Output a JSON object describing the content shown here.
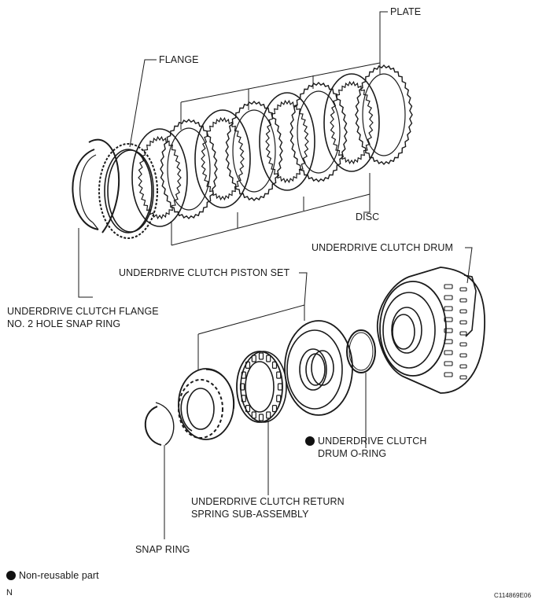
{
  "labels": {
    "plate": "PLATE",
    "flange": "FLANGE",
    "disc": "DISC",
    "drum": "UNDERDRIVE CLUTCH DRUM",
    "piston_set": "UNDERDRIVE CLUTCH PISTON SET",
    "flange_snap_ring_line1": "UNDERDRIVE CLUTCH FLANGE",
    "flange_snap_ring_line2": "NO. 2 HOLE SNAP RING",
    "o_ring_line1": "UNDERDRIVE CLUTCH",
    "o_ring_line2": "DRUM O-RING",
    "return_spring_line1": "UNDERDRIVE CLUTCH RETURN",
    "return_spring_line2": "SPRING SUB-ASSEMBLY",
    "snap_ring": "SNAP RING"
  },
  "legend": {
    "non_reusable": "Non-reusable part"
  },
  "footer": {
    "orientation": "N",
    "figure_code": "C114869E06"
  },
  "colors": {
    "ink": "#1a1a1a",
    "background": "#ffffff"
  }
}
